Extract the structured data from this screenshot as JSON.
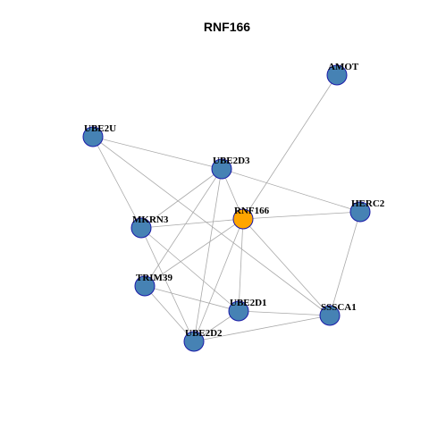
{
  "title": "RNF166",
  "colors": {
    "hub": "#ffa500",
    "node": "#4682b4",
    "node_border": "#1a1aa8",
    "edge": "#a9a9a9"
  },
  "nodes": [
    {
      "id": "RNF166",
      "label": "RNF166",
      "hub": true
    },
    {
      "id": "AMOT",
      "label": "AMOT",
      "hub": false
    },
    {
      "id": "UBE2U",
      "label": "UBE2U",
      "hub": false
    },
    {
      "id": "UBE2D3",
      "label": "UBE2D3",
      "hub": false
    },
    {
      "id": "HERC2",
      "label": "HERC2",
      "hub": false
    },
    {
      "id": "MKRN3",
      "label": "MKRN3",
      "hub": false
    },
    {
      "id": "TRIM39",
      "label": "TRIM39",
      "hub": false
    },
    {
      "id": "UBE2D1",
      "label": "UBE2D1",
      "hub": false
    },
    {
      "id": "SSSCA1",
      "label": "SSSCA1",
      "hub": false
    },
    {
      "id": "UBE2D2",
      "label": "UBE2D2",
      "hub": false
    }
  ],
  "edges": [
    [
      "RNF166",
      "AMOT"
    ],
    [
      "RNF166",
      "UBE2D3"
    ],
    [
      "RNF166",
      "HERC2"
    ],
    [
      "RNF166",
      "MKRN3"
    ],
    [
      "RNF166",
      "TRIM39"
    ],
    [
      "RNF166",
      "UBE2D1"
    ],
    [
      "RNF166",
      "SSSCA1"
    ],
    [
      "RNF166",
      "UBE2D2"
    ],
    [
      "UBE2U",
      "UBE2D3"
    ],
    [
      "UBE2U",
      "MKRN3"
    ],
    [
      "UBE2U",
      "SSSCA1"
    ],
    [
      "UBE2D3",
      "HERC2"
    ],
    [
      "UBE2D3",
      "MKRN3"
    ],
    [
      "UBE2D3",
      "TRIM39"
    ],
    [
      "UBE2D3",
      "UBE2D2"
    ],
    [
      "HERC2",
      "SSSCA1"
    ],
    [
      "MKRN3",
      "UBE2D1"
    ],
    [
      "MKRN3",
      "UBE2D2"
    ],
    [
      "TRIM39",
      "UBE2D1"
    ],
    [
      "TRIM39",
      "UBE2D2"
    ],
    [
      "UBE2D1",
      "SSSCA1"
    ],
    [
      "UBE2D1",
      "UBE2D2"
    ],
    [
      "UBE2D2",
      "SSSCA1"
    ]
  ]
}
